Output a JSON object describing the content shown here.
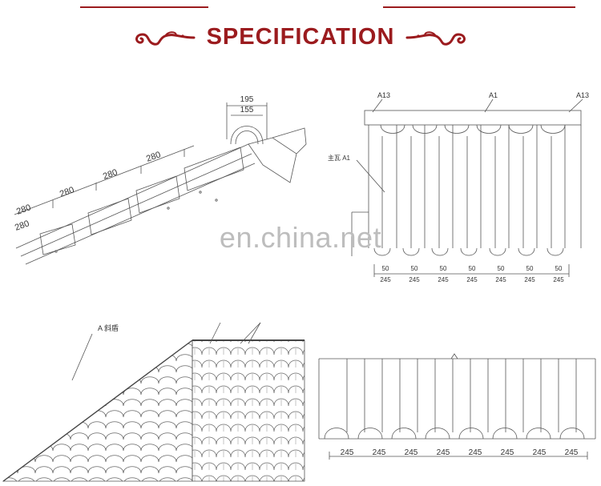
{
  "header": {
    "title": "SPECIFICATION",
    "accent_color": "#9b1b1e"
  },
  "watermark": "en.china.net",
  "side_view": {
    "ridge_width_outer": "195",
    "ridge_width_inner": "155",
    "tile_spacings": [
      "280",
      "280",
      "280",
      "280",
      "280"
    ]
  },
  "front_view": {
    "label_left": "A13",
    "label_center": "A1",
    "label_right": "A13",
    "main_tile_label": "主瓦 A1",
    "small_dims": [
      "50",
      "50",
      "50",
      "50",
      "50",
      "50",
      "50"
    ],
    "big_dims": [
      "245",
      "245",
      "245",
      "245",
      "245",
      "245",
      "245"
    ]
  },
  "roof_view": {
    "hip_label": "A 斜盾"
  },
  "eave_view": {
    "dims": [
      "245",
      "245",
      "245",
      "245",
      "245",
      "245",
      "245",
      "245"
    ]
  }
}
